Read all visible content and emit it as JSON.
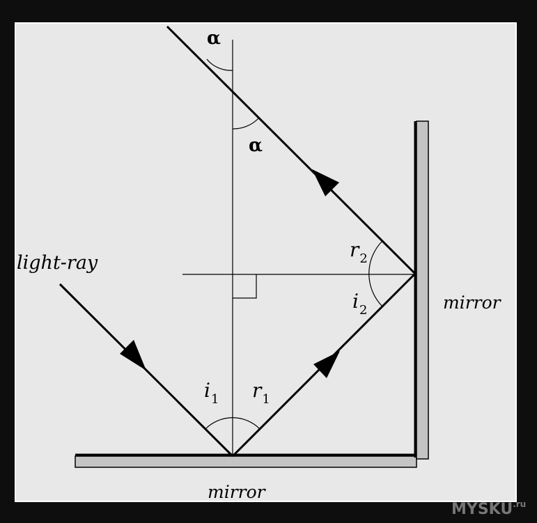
{
  "labels": {
    "alpha_top": "α",
    "alpha_bottom": "α",
    "light_ray": "light-ray",
    "mirror_right": "mirror",
    "mirror_bottom": "mirror",
    "i1_letter": "i",
    "i1_sub": "1",
    "r1_letter": "r",
    "r1_sub": "1",
    "i2_letter": "i",
    "i2_sub": "2",
    "r2_letter": "r",
    "r2_sub": "2"
  },
  "watermark": {
    "main": "MYSKU",
    "suffix": ".ru"
  },
  "colors": {
    "outer_background": "#0e0e0e",
    "panel_background": "#e8e8e8",
    "panel_border": "#ffffff",
    "mirror_fill": "#c4c4c4",
    "ray": "#000000",
    "watermark": "#777777"
  }
}
